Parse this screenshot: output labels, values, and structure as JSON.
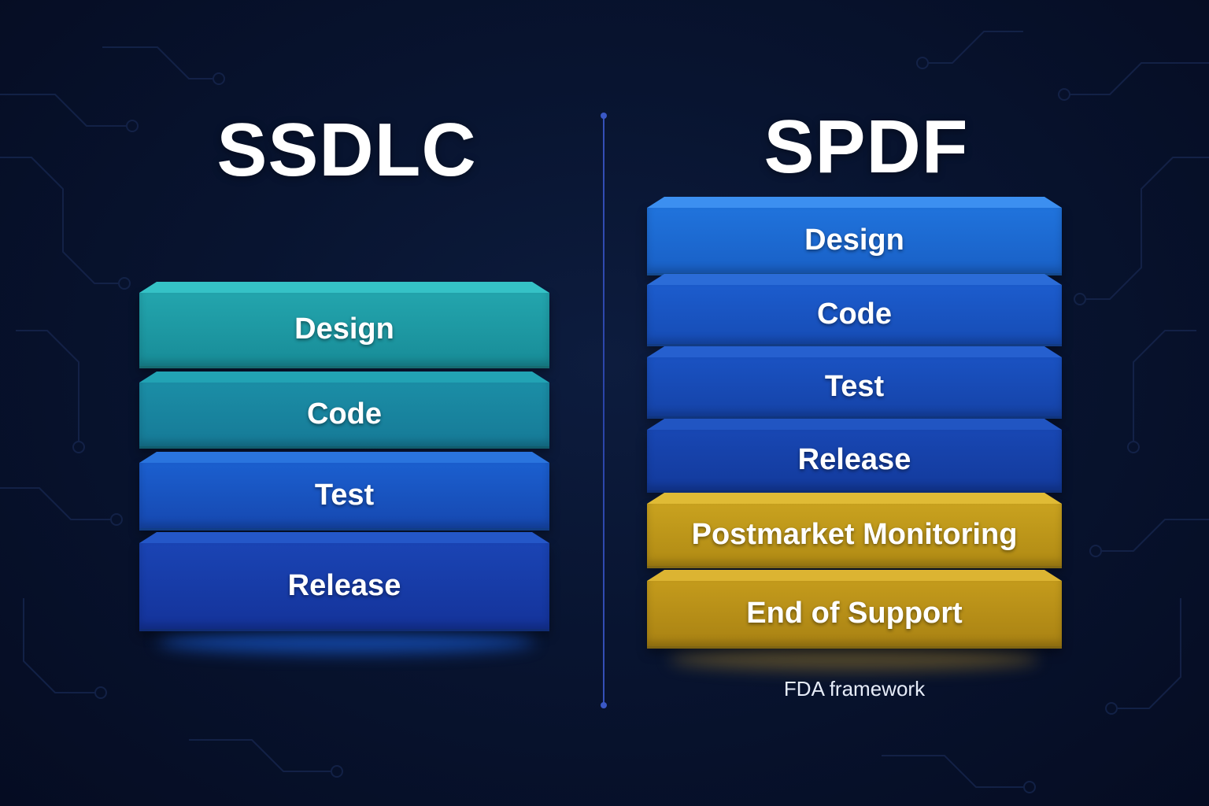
{
  "ssdlc": {
    "title": "SSDLC",
    "stages": [
      "Design",
      "Code",
      "Test",
      "Release"
    ]
  },
  "spdf": {
    "title": "SPDF",
    "stages": [
      "Design",
      "Code",
      "Test",
      "Release",
      "Postmarket Monitoring",
      "End of Support"
    ],
    "caption": "FDA framework"
  },
  "colors": {
    "background": "#081430",
    "teal": "#1b8ea6",
    "blue": "#1a52c2",
    "gold": "#c49b1c",
    "divider": "#2a44a8"
  }
}
